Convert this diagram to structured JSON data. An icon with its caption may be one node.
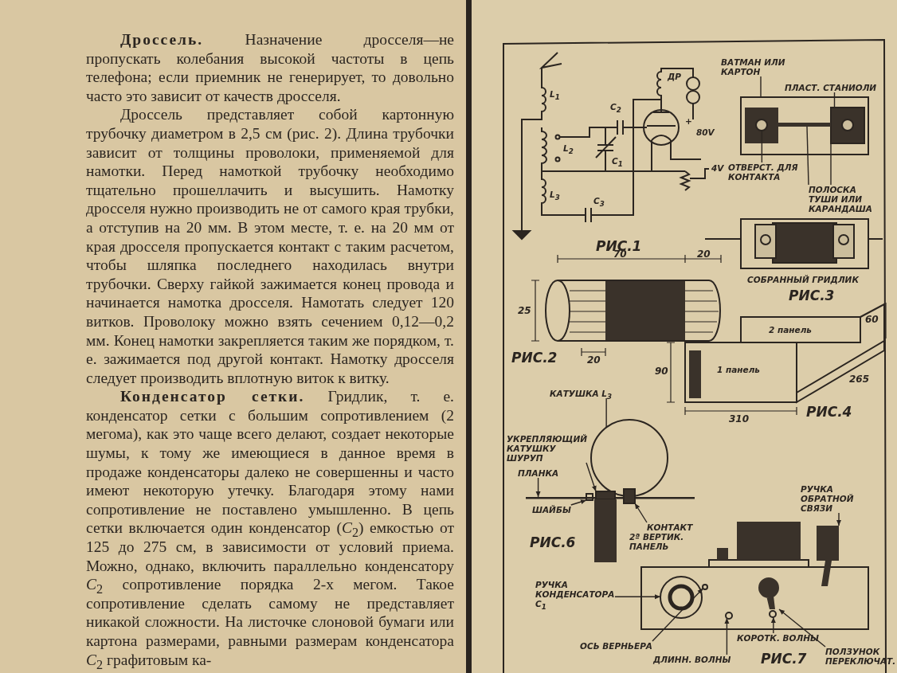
{
  "diagram": {
    "nodes": [
      {
        "text": [
          "ВАТМАН ИЛИ КАРТОН"
        ]
      },
      {
        "text": [
          "ПЛАСТ. СТАНИОЛИ"
        ]
      },
      {
        "text": [
          "ОТВЕРСТ. ДЛЯ КОНТАКТА"
        ]
      },
      {
        "text": [
          "ПОЛОСКА ТУШИ ИЛИ КАРАНДАША"
        ]
      },
      {
        "text": [
          "КАТУШКА L$_{3}$"
        ]
      },
      {
        "text": [
          "УКРЕПЛЯЮЩИЙ КАТУШКУ ШУРУП"
        ]
      },
      {
        "text": [
          "ПЛАНКА"
        ]
      },
      {
        "text": [
          "ШАЙБЫ"
        ]
      },
      {
        "text": [
          "КОНТАКТ"
        ]
      },
      {
        "text": [
          "РУЧКА ОБРАТНОЙ СВЯЗИ"
        ]
      },
      {
        "text": [
          "РУЧКА КОНДЕНСАТОРА C$_{1}$"
        ]
      },
      {
        "text": [
          "ОСЬ ВЕРНЬЕРА"
        ]
      },
      {
        "text": [
          "ДЛИНН. ВОЛНЫ"
        ]
      },
      {
        "text": [
          "КОРОТК. ВОЛНЫ"
        ]
      },
      {
        "text": [
          "ПОЛЗУНОК ПЕРЕКЛЮЧАТ."
        ]
      },
      {
        "text": [],
        "shape": "box"
      },
      {
        "text": [],
        "shape": "box",
        "in": 15
      },
      {
        "text": [],
        "shape": "circle",
        "in": 15
      },
      {
        "text": [],
        "shape": "bar",
        "in": 15
      },
      {
        "text": [],
        "shape": "circle"
      },
      {
        "text": [],
        "shape": "box"
      },
      {
        "text": [],
        "shape": "bar"
      },
      {
        "text": [],
        "shape": "box"
      },
      {
        "text": [],
        "shape": "box"
      },
      {
        "text": [],
        "shape": "picture"
      },
      {
        "text": [],
        "shape": "circle"
      },
      {
        "text": [],
        "shape": "circle"
      },
      {
        "text": [],
        "shape": "circle"
      },
      {
        "text": [],
        "shape": "circle"
      },
      {
        "text": [],
        "shape": "picture"
      }
    ],
    "edges": [
      {
        "from": 0,
        "to": 15,
        "arrow": "none"
      },
      {
        "from": 1,
        "to": 16,
        "arrow": "none"
      },
      {
        "from": 2,
        "to": 17,
        "arrow": "none"
      },
      {
        "from": 3,
        "to": 18,
        "arrow": "none"
      },
      {
        "from": 3,
        "to": 18,
        "arrow": "none"
      },
      {
        "from": 4,
        "to": 19,
        "arrow": "none"
      },
      {
        "from": 5,
        "to": 22,
        "arrow": "to"
      },
      {
        "from": 6,
        "to": 21,
        "arrow": "to"
      },
      {
        "from": 7,
        "to": 20,
        "arrow": "to"
      },
      {
        "from": 8,
        "to": 23,
        "arrow": "to"
      },
      {
        "from": 9,
        "to": 24,
        "arrow": "to"
      },
      {
        "from": 10,
        "to": 25,
        "arrow": "to"
      },
      {
        "from": 11,
        "to": 26,
        "arrow": "to"
      },
      {
        "from": 12,
        "to": 27,
        "arrow": "to"
      },
      {
        "from": 13,
        "to": 28,
        "arrow": "to"
      },
      {
        "from": 14,
        "to": 29,
        "arrow": "to"
      }
    ],
    "labels": [
      "**Дроссель.** Назначение дросселя—не пропускать колебания высокой частоты в цепь телефона; если приемник не генерирует, то довольно часто это зависит от качеств дросселя.",
      "Дроссель представляет собой картонную трубочку диаметром в 2,5 см (рис. 2). Длина трубочки зависит от толщины проволоки, применяемой для намотки. Перед намоткой трубочку необходимо тщательно прошеллачить и высушить. Намотку дросселя нужно производить не от самого края трубки, а отступив на 20 мм. В этом месте, т. е. на 20 мм от края дросселя пропускается контакт с таким расчетом, чтобы шляпка последнего находилась внутри трубочки. Сверху гайкой зажимается конец провода и начинается намотка дросселя. Намотать следует 120 витков. Проволоку можно взять сечением 0,12—0,2 мм. Конец намотки закрепляется таким же порядком, т. е. зажимается под другой контакт. Намотку дросселя следует производить вплотную виток к витку.",
      "**Конденсатор сетки.** Гридлик, т. е. конденсатор сетки с большим сопротивлением (2 мегома), как это чаще всего делают, создает некоторые шумы, к тому же имеющиеся в данное время в продаже конденсаторы далеко не совершенны и часто имеют некоторую утечку. Благодаря этому нами сопротивление не поставлено умышленно. В цепь сетки включается один конденсатор (*C*$_{2}$) емкостью от 125 до 275 см, в зависимости от условий приема. Можно, однако, включить параллельно конденсатору *C*$_{2}$ сопротивление порядка 2-х мегом. Такое сопротивление сделать самому не представляет никакой сложности. На листочке слоновой бумаги или картона размерами, равными размерам конденсатора *C*$_{2}$ графитовым ка-",
      "ДР",
      "L$_{1}$",
      "C$_{2}$",
      "+",
      "80V",
      "L$_{2}$",
      "C$_{1}$",
      "4V",
      "L$_{3}$",
      "C$_{3}$",
      "РИС.1",
      "70",
      "20",
      "25",
      "20",
      "РИС.2",
      "СОБРАННЫЙ ГРИДЛИК",
      "РИС.3",
      "2 панель",
      "60",
      "90",
      "1 панель",
      "265",
      "310",
      "РИС.4",
      "РИС.6",
      "2ª ВЕРТИК. ПАНЕЛЬ",
      "РИС.7"
    ]
  }
}
